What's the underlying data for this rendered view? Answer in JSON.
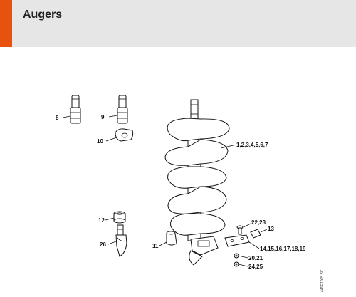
{
  "header": {
    "title": "Augers",
    "accent_color": "#e8520f",
    "background": "#e6e6e6"
  },
  "callouts": {
    "c8": "8",
    "c9": "9",
    "c10": "10",
    "c12": "12",
    "c26": "26",
    "c11": "11",
    "c1_7": "1,2,3,4,5,6,7",
    "c22_23": "22,23",
    "c13": "13",
    "c14_19": "14,15,16,17,18,19",
    "c20_21": "20,21",
    "c24_25": "24,25"
  },
  "drawing_code": "441ET005 SC"
}
